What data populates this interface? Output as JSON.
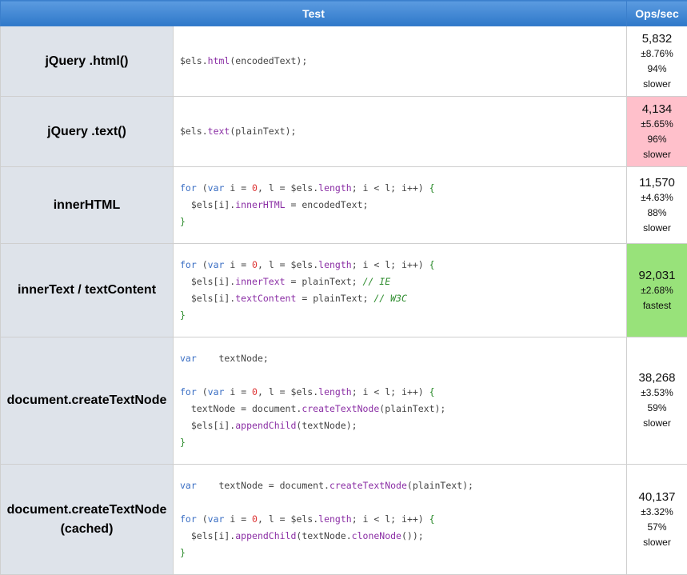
{
  "header": {
    "test": "Test",
    "ops": "Ops/sec"
  },
  "rows": [
    {
      "name": "jQuery .html()",
      "ops": "5,832",
      "err": "±8.76%",
      "pct": "94%",
      "rank": "slower"
    },
    {
      "name": "jQuery .text()",
      "ops": "4,134",
      "err": "±5.65%",
      "pct": "96%",
      "rank": "slower"
    },
    {
      "name": "innerHTML",
      "ops": "11,570",
      "err": "±4.63%",
      "pct": "88%",
      "rank": "slower"
    },
    {
      "name": "innerText / textContent",
      "ops": "92,031",
      "err": "±2.68%",
      "rank": "fastest"
    },
    {
      "name": "document.createTextNode",
      "ops": "38,268",
      "err": "±3.53%",
      "pct": "59%",
      "rank": "slower"
    },
    {
      "name": "document.createTextNode (cached)",
      "ops": "40,137",
      "err": "±3.32%",
      "pct": "57%",
      "rank": "slower"
    }
  ],
  "code": {
    "r0": [
      "$els",
      ".",
      "html",
      "(encodedText);"
    ],
    "r1": [
      "$els",
      ".",
      "text",
      "(plainText);"
    ],
    "r2l1": [
      "for",
      " (",
      "var",
      " i = ",
      "0",
      ", l = $els.",
      "length",
      "; i < l; i++) ",
      "{"
    ],
    "r2l2": [
      "  $els[i].",
      "innerHTML",
      " = encodedText;"
    ],
    "r2l3": [
      "}"
    ],
    "r3l1": [
      "for",
      " (",
      "var",
      " i = ",
      "0",
      ", l = $els.",
      "length",
      "; i < l; i++) ",
      "{"
    ],
    "r3l2": [
      "  $els[i].",
      "innerText",
      " = plainText; ",
      "// IE"
    ],
    "r3l3": [
      "  $els[i].",
      "textContent",
      " = plainText; ",
      "// W3C"
    ],
    "r3l4": [
      "}"
    ],
    "r4l1": [
      "var",
      "    textNode;"
    ],
    "r4l2": [
      "for",
      " (",
      "var",
      " i = ",
      "0",
      ", l = $els.",
      "length",
      "; i < l; i++) ",
      "{"
    ],
    "r4l3": [
      "  textNode = document.",
      "createTextNode",
      "(plainText);"
    ],
    "r4l4": [
      "  $els[i].",
      "appendChild",
      "(textNode);"
    ],
    "r4l5": [
      "}"
    ],
    "r5l1": [
      "var",
      "    textNode = document.",
      "createTextNode",
      "(plainText);"
    ],
    "r5l2": [
      "for",
      " (",
      "var",
      " i = ",
      "0",
      ", l = $els.",
      "length",
      "; i < l; i++) ",
      "{"
    ],
    "r5l3": [
      "  $els[i].",
      "appendChild",
      "(textNode.",
      "cloneNode",
      "());"
    ],
    "r5l4": [
      "}"
    ]
  }
}
